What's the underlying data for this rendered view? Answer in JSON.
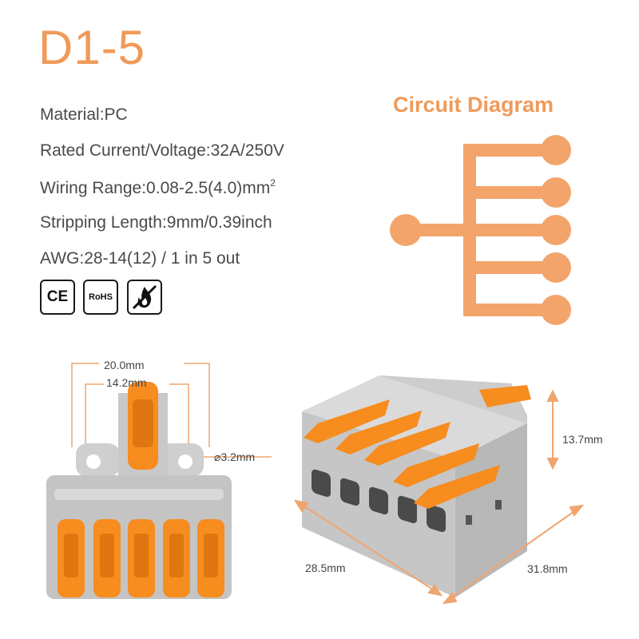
{
  "title": "D1-5",
  "specs": {
    "material": "Material:PC",
    "rated": "Rated Current/Voltage:32A/250V",
    "wiring": "Wiring Range:0.08-2.5(4.0)mm",
    "wiring_sup": "2",
    "stripping": "Stripping Length:9mm/0.39inch",
    "awg": "AWG:28-14(12) / 1 in 5 out"
  },
  "certs": {
    "ce": "CE",
    "rohs": "RoHS",
    "flame_icon": "flame-retardant-icon"
  },
  "circuit_diagram": {
    "title": "Circuit Diagram",
    "inputs": 1,
    "outputs": 5
  },
  "dimensions": {
    "width_outer": "20.0mm",
    "width_inner": "14.2mm",
    "hole": "⌀3.2mm",
    "height": "13.7mm",
    "depth": "28.5mm",
    "length": "31.8mm"
  },
  "colors": {
    "accent": "#f09a5a",
    "lever": "#f78c1f",
    "housing": "#c9c9c9",
    "text": "#4a4a4a"
  }
}
